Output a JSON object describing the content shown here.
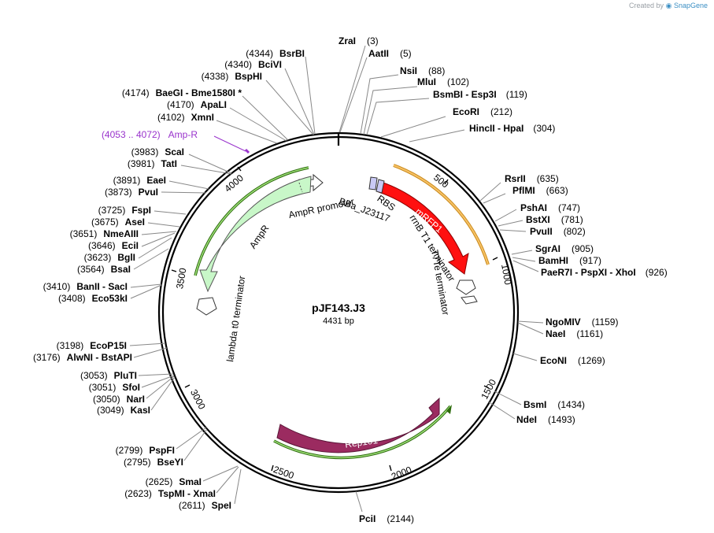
{
  "credit": {
    "prefix": "Created by",
    "brand": "SnapGene"
  },
  "plasmid": {
    "name": "pJF143.J3",
    "length_label": "4431 bp",
    "total_bp": 4431
  },
  "colors": {
    "backbone": "#000000",
    "mRFP1": "#ff0000",
    "Rep101": "#9b2b60",
    "AmpR": "#c8f7c8",
    "green_line": "#7ec62f",
    "orange_line": "#f2a73c",
    "amp_label": "#9933cc",
    "promoter_outline": "#333333"
  },
  "ticks": [
    "500",
    "1000",
    "1500",
    "2000",
    "2500",
    "3000",
    "3500",
    "4000"
  ],
  "enzymes_right": [
    {
      "name": "ZraI",
      "pos": "(3)"
    },
    {
      "name": "AatII",
      "pos": "(5)"
    },
    {
      "name": "NsiI",
      "pos": "(88)"
    },
    {
      "name": "MluI",
      "pos": "(102)"
    },
    {
      "name": "BsmBI  -  Esp3I",
      "pos": "(119)"
    },
    {
      "name": "EcoRI",
      "pos": "(212)"
    },
    {
      "name": "HincII  -  HpaI",
      "pos": "(304)"
    },
    {
      "name": "RsrII",
      "pos": "(635)"
    },
    {
      "name": "PflMI",
      "pos": "(663)"
    },
    {
      "name": "PshAI",
      "pos": "(747)"
    },
    {
      "name": "BstXI",
      "pos": "(781)"
    },
    {
      "name": "PvuII",
      "pos": "(802)"
    },
    {
      "name": "SgrAI",
      "pos": "(905)"
    },
    {
      "name": "BamHI",
      "pos": "(917)"
    },
    {
      "name": "PaeR7I  -  PspXI  -  XhoI",
      "pos": "(926)"
    },
    {
      "name": "NgoMIV",
      "pos": "(1159)"
    },
    {
      "name": "NaeI",
      "pos": "(1161)"
    },
    {
      "name": "EcoNI",
      "pos": "(1269)"
    },
    {
      "name": "BsmI",
      "pos": "(1434)"
    },
    {
      "name": "NdeI",
      "pos": "(1493)"
    },
    {
      "name": "PciI",
      "pos": "(2144)"
    }
  ],
  "enzymes_left": [
    {
      "name": "BsrBI",
      "pos": "(4344)"
    },
    {
      "name": "BciVI",
      "pos": "(4340)"
    },
    {
      "name": "BspHI",
      "pos": "(4338)"
    },
    {
      "name": "BaeGI  -  Bme1580I *",
      "pos": "(4174)"
    },
    {
      "name": "ApaLI",
      "pos": "(4170)"
    },
    {
      "name": "XmnI",
      "pos": "(4102)"
    },
    {
      "name": "ScaI",
      "pos": "(3983)"
    },
    {
      "name": "TatI",
      "pos": "(3981)"
    },
    {
      "name": "EaeI",
      "pos": "(3891)"
    },
    {
      "name": "PvuI",
      "pos": "(3873)"
    },
    {
      "name": "FspI",
      "pos": "(3725)"
    },
    {
      "name": "AseI",
      "pos": "(3675)"
    },
    {
      "name": "NmeAIII",
      "pos": "(3651)"
    },
    {
      "name": "EciI",
      "pos": "(3646)"
    },
    {
      "name": "BglI",
      "pos": "(3623)"
    },
    {
      "name": "BsaI",
      "pos": "(3564)"
    },
    {
      "name": "BanII  -  SacI",
      "pos": "(3410)"
    },
    {
      "name": "Eco53kI",
      "pos": "(3408)"
    },
    {
      "name": "EcoP15I",
      "pos": "(3198)"
    },
    {
      "name": "AlwNI  -  BstAPI",
      "pos": "(3176)"
    },
    {
      "name": "PluTI",
      "pos": "(3053)"
    },
    {
      "name": "SfoI",
      "pos": "(3051)"
    },
    {
      "name": "NarI",
      "pos": "(3050)"
    },
    {
      "name": "KasI",
      "pos": "(3049)"
    },
    {
      "name": "PspFI",
      "pos": "(2799)"
    },
    {
      "name": "BseYI",
      "pos": "(2795)"
    },
    {
      "name": "SmaI",
      "pos": "(2625)"
    },
    {
      "name": "TspMI  -  XmaI",
      "pos": "(2623)"
    },
    {
      "name": "SpeI",
      "pos": "(2611)"
    }
  ],
  "amp_site": {
    "range": "(4053 .. 4072)",
    "name": "Amp-R"
  },
  "features": {
    "mRFP1": "mRFP1",
    "Rep101": "Rep101",
    "AmpR": "AmpR",
    "AmpR_promoter": "AmpR promoter",
    "RBS": "RBS",
    "BBa": "BBa_J23117",
    "rrnB": "rrnB T1 terminator",
    "T7Te": "T7Te terminator",
    "lambda": "lambda t0 terminator"
  }
}
